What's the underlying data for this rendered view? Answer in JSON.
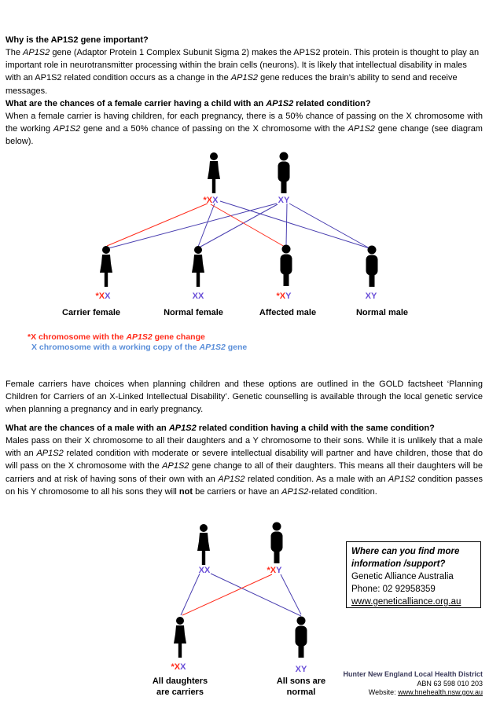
{
  "section1": {
    "heading": "Why is the AP1S2 gene important?",
    "p1": "The ",
    "gene": "AP1S2",
    "p2": " gene (Adaptor Protein 1 Complex Subunit Sigma 2) makes the AP1S2 protein. This protein is thought to play an important role in neurotransmitter processing within the brain cells (neurons). It is likely that intellectual disability in males with an AP1S2 related condition occurs as a change in the ",
    "p3": " gene reduces the brain’s ability to send and receive messages."
  },
  "section2": {
    "heading_a": "What are the chances of a female carrier having a child with an ",
    "heading_gene": "AP1S2",
    "heading_b": " related condition?",
    "p1": "When a female carrier is having children, for each pregnancy, there is a 50% chance of passing on the X chromosome with the working ",
    "p2": " gene and a 50% chance of passing on the X chromosome with the ",
    "p3": " gene change (see diagram below)."
  },
  "diagram1": {
    "mother": {
      "star": "*",
      "x1": "X",
      "x2": "X"
    },
    "father": {
      "x": "X",
      "y": "Y"
    },
    "children": [
      {
        "star": "*",
        "a": "X",
        "b": "X",
        "name": "Carrier female"
      },
      {
        "star": "",
        "a": "X",
        "b": "X",
        "name": "Normal female"
      },
      {
        "star": "*",
        "a": "X",
        "b": "Y",
        "name": "Affected male"
      },
      {
        "star": "",
        "a": "X",
        "b": "Y",
        "name": "Normal male"
      }
    ]
  },
  "legend": {
    "changed_a": "*X chromosome with the ",
    "changed_gene": "AP1S2",
    "changed_b": " gene change",
    "working_a": "X chromosome with a working copy of the ",
    "working_gene": "AP1S2",
    "working_b": " gene"
  },
  "section3": {
    "p": "Female carriers have choices when planning children and these options are outlined in the GOLD factsheet ‘Planning Children for Carriers of an X-Linked Intellectual Disability’. Genetic counselling is available through the local genetic service when planning a pregnancy and in early pregnancy."
  },
  "section4": {
    "heading_a": "What are the chances of a male with an ",
    "heading_gene": "AP1S2",
    "heading_b": " related condition having a child with the same condition?",
    "p1": "Males pass on their X chromosome to all their daughters and a Y chromosome to their sons.  While it is unlikely that a male with an ",
    "p2": " related condition with moderate or severe intellectual disability will partner and have children, those that do will pass on the X chromosome with the ",
    "p3": " gene change to all of their daughters. This means all their daughters will be carriers and at risk of having sons of their own with an ",
    "p4": " related condition. As a male with an ",
    "p5": " condition passes on his Y chromosome to all his sons they will ",
    "not": "not",
    "p6": " be carriers or have an ",
    "p7": "-related condition."
  },
  "diagram2": {
    "mother": {
      "x1": "X",
      "x2": "X"
    },
    "father": {
      "star": "*",
      "x": "X",
      "y": "Y"
    },
    "daughter": {
      "star": "*",
      "a": "X",
      "b": "X",
      "line1": "All daughters",
      "line2": "are carriers"
    },
    "son": {
      "a": "X",
      "b": "Y",
      "line1": "All sons are",
      "line2": "normal"
    }
  },
  "info_box": {
    "title1": "Where can you find more",
    "title2": "information /support?",
    "org": "Genetic Alliance Australia",
    "phone": "Phone: 02 92958359",
    "website": "www.geneticalliance.org.au"
  },
  "footer": {
    "org": "Hunter New England Local Health District",
    "abn": "ABN 63 598 010 203",
    "website_label": "Website: ",
    "website": "www.hnehealth.nsw.gov.au"
  },
  "colors": {
    "changed": "#ff2a1a",
    "working": "#6a4fd8",
    "legend_working": "#5b8fd9",
    "line_working": "#4a3fb0"
  }
}
